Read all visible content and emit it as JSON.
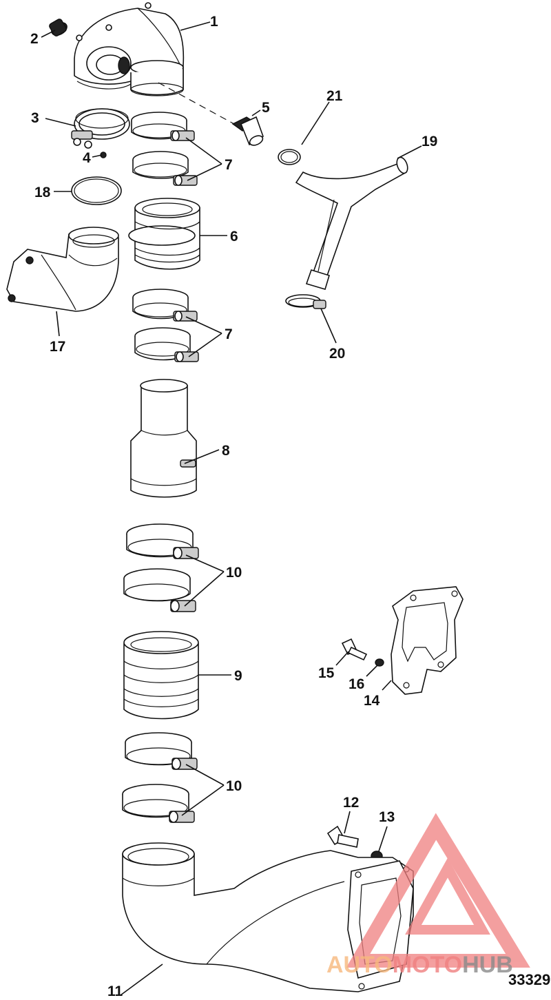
{
  "figure_number": "33329",
  "watermark": {
    "part1": "AUTO",
    "part2": "MOTO",
    "part3": "HUB",
    "color_main": "#f08080",
    "color_light": "#f7b97e",
    "color_dark": "#8a8a8a"
  },
  "callouts": [
    "1",
    "2",
    "3",
    "4",
    "5",
    "6",
    "7",
    "7",
    "8",
    "9",
    "10",
    "10",
    "11",
    "12",
    "13",
    "14",
    "15",
    "16",
    "17",
    "18",
    "19",
    "20",
    "21"
  ]
}
